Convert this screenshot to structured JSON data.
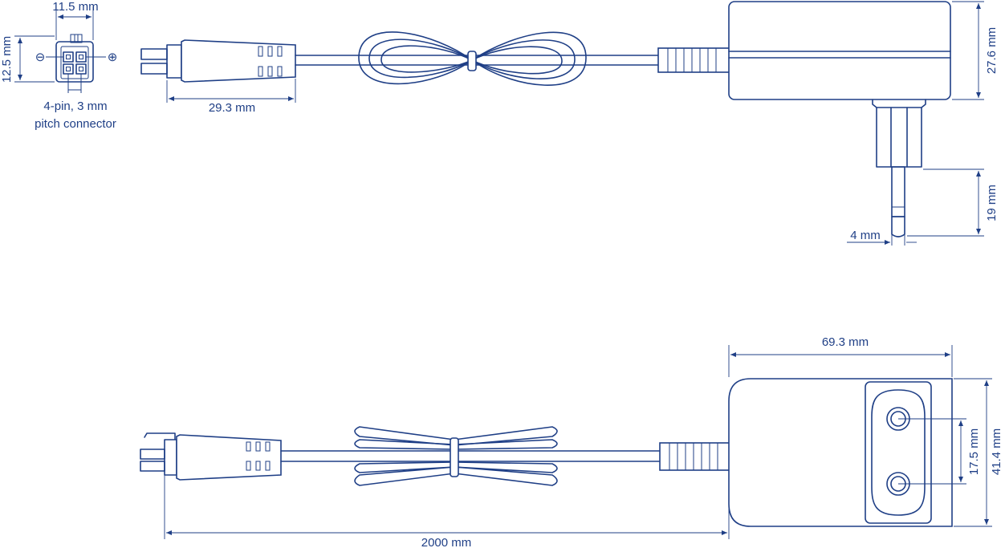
{
  "diagram": {
    "line_color": "#1f3f86",
    "background": "#ffffff",
    "dimensions": {
      "connector_width": "11.5 mm",
      "connector_height": "12.5 mm",
      "plug_length": "29.3 mm",
      "adapter_thickness": "27.6 mm",
      "pin_length": "19 mm",
      "pin_diameter": "4 mm",
      "adapter_length": "69.3 mm",
      "adapter_height": "41.4 mm",
      "pin_spacing": "17.5 mm",
      "cable_length": "2000 mm"
    },
    "connector_caption": {
      "line1": "4-pin, 3 mm",
      "line2": "pitch connector"
    },
    "polarity": {
      "negative": "⊖",
      "positive": "⊕"
    }
  }
}
